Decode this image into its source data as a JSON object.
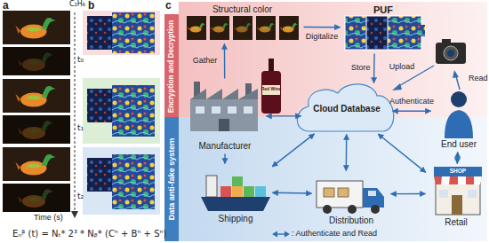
{
  "diagram": {
    "nodes": [
      {
        "text": [
          "Encryption and Decryption"
        ]
      },
      {
        "text": [
          "Structural color"
        ],
        "in": 0
      },
      {
        "text": [
          "PUF"
        ],
        "in": 0
      },
      {
        "text": [
          "Manufacturer"
        ]
      },
      {
        "text": [
          "Cloud Database"
        ]
      },
      {
        "text": [
          "End user"
        ]
      },
      {
        "text": [
          "Data anti-fake system"
        ]
      },
      {
        "text": [
          "Shipping"
        ],
        "in": 6
      },
      {
        "text": [
          "Distribution"
        ],
        "in": 6
      },
      {
        "text": [
          "Retail"
        ],
        "in": 6
      }
    ],
    "edges": [
      {
        "from": 3,
        "to": 1,
        "label": "Gather",
        "arrow": "to"
      },
      {
        "from": 1,
        "to": 2,
        "label": "Digitalize",
        "arrow": "to"
      },
      {
        "from": 2,
        "to": 4,
        "label": "Store",
        "arrow": "to"
      },
      {
        "from": 4,
        "to": 5,
        "label": "Authenticate",
        "arrow": "both"
      },
      {
        "from": 3,
        "to": 4,
        "arrow": "both"
      },
      {
        "from": 3,
        "to": 7,
        "arrow": "to"
      },
      {
        "from": 7,
        "to": 8,
        "arrow": "both"
      },
      {
        "from": 8,
        "to": 9,
        "arrow": "both"
      },
      {
        "from": 4,
        "to": 7,
        "arrow": "both"
      },
      {
        "from": 4,
        "to": 8,
        "arrow": "both"
      },
      {
        "from": 4,
        "to": 9,
        "arrow": "both"
      },
      {
        "from": 5,
        "to": 9,
        "arrow": "both"
      }
    ],
    "labels": [
      "a",
      "b",
      "c",
      "C₂H₆",
      "t₀",
      "t₁",
      "t₂",
      "Time (s)",
      "Eₙᵝ (t) = Nₜ* 2³ * Nᵦ* (Cⁿ + Bⁿ + Sⁿ)",
      "Red Wine",
      "SHOP",
      "Upload",
      "Read"
    ],
    "legend": [
      {
        "text": ": Authenticate and Read"
      }
    ]
  }
}
